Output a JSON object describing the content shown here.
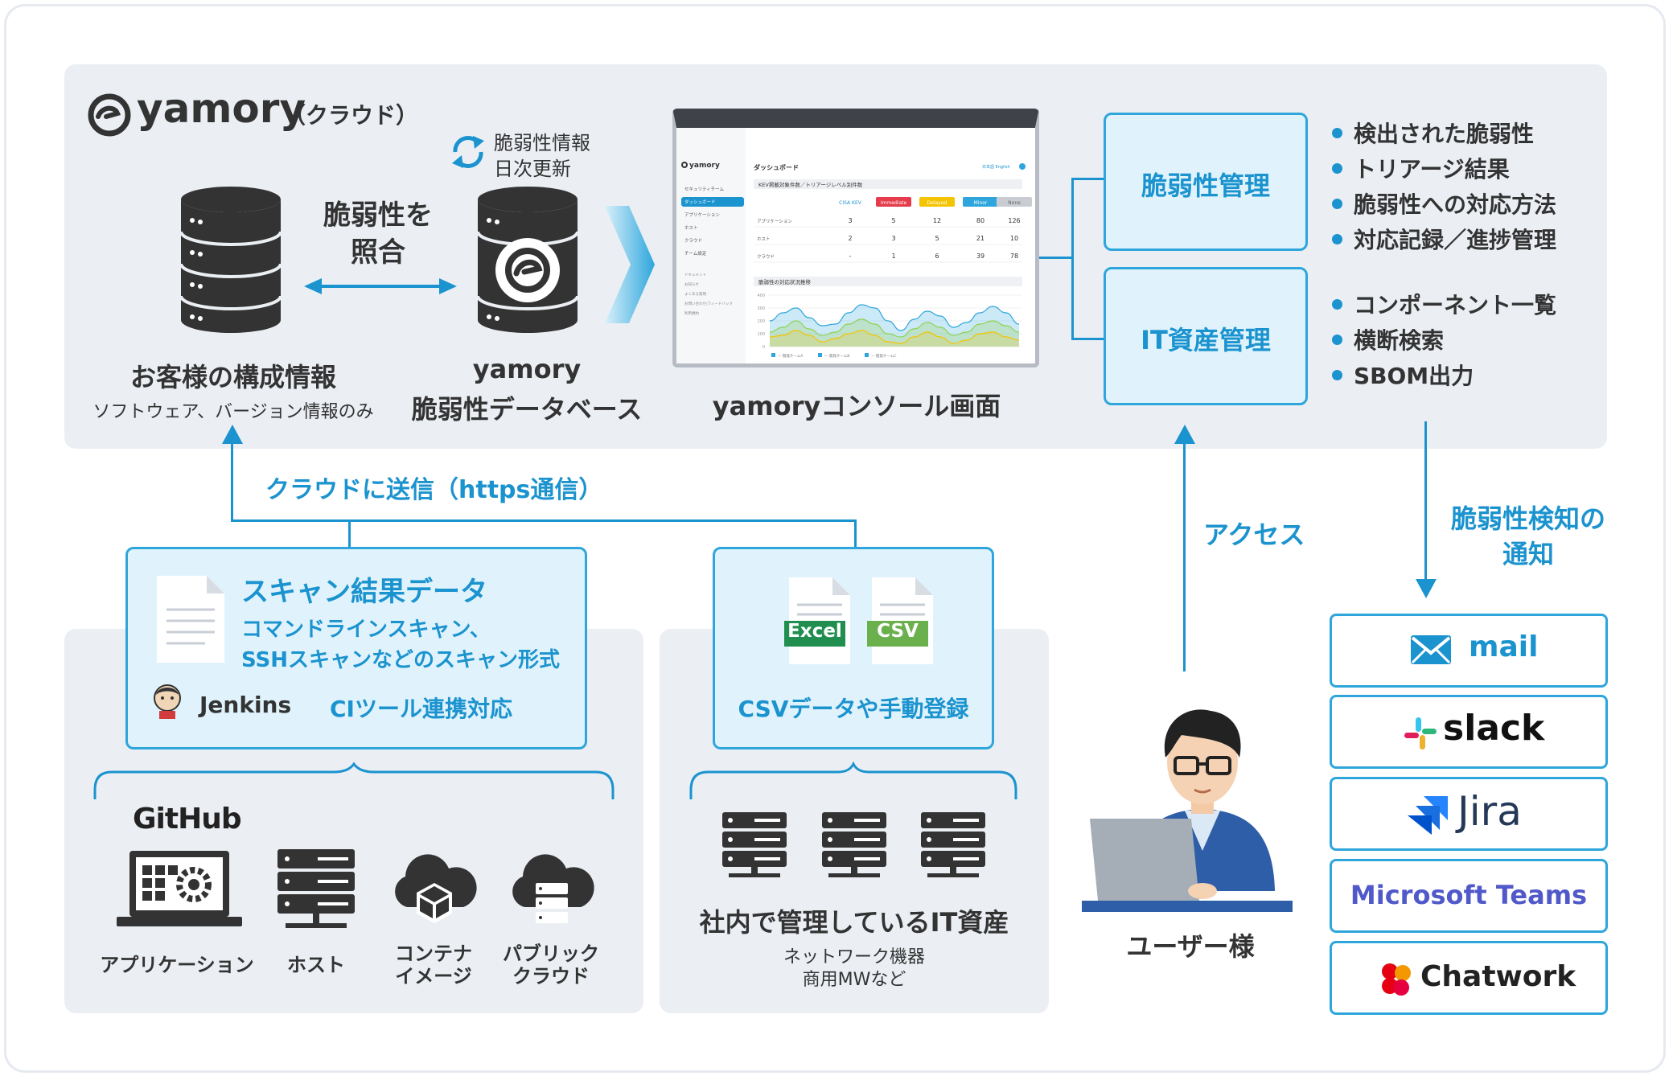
{
  "cloud": {
    "brand": "yamory",
    "suffix": "（クラウド）",
    "match_label_1": "脆弱性を",
    "match_label_2": "照合",
    "update_label_1": "脆弱性情報",
    "update_label_2": "日次更新",
    "customer_db_title": "お客様の構成情報",
    "customer_db_sub": "ソフトウェア、バージョン情報のみ",
    "yamory_db_title_1": "yamory",
    "yamory_db_title_2": "脆弱性データベース",
    "console_caption": "yamoryコンソール画面"
  },
  "console": {
    "logo": "yamory",
    "header": "ダッシュボード",
    "lang": "日本語 English",
    "nav": [
      "セキュリティチーム",
      "ダッシュボード",
      "アプリケーション",
      "ホスト",
      "クラウド",
      "チーム設定"
    ],
    "nav_sub": [
      "ドキュメント",
      "お知らせ",
      "よくある質問",
      "お問い合わせ/フィードバック",
      "利用規約"
    ],
    "table_title": "KEV掲載対象件数／トリアージレベル別件数",
    "columns": [
      "CISA KEV",
      "Immediate",
      "Delayed",
      "Minor",
      "None"
    ],
    "column_colors": [
      "#ffffff",
      "#e53b4a",
      "#f5c400",
      "#2ea6dc",
      "#c9cdd3"
    ],
    "rows": [
      {
        "label": "アプリケーション",
        "values": [
          "3",
          "5",
          "12",
          "80",
          "126"
        ]
      },
      {
        "label": "ホスト",
        "values": [
          "2",
          "3",
          "5",
          "21",
          "10"
        ]
      },
      {
        "label": "クラウド",
        "values": [
          "-",
          "1",
          "6",
          "39",
          "78"
        ]
      }
    ],
    "chart_title": "脆弱性の対応状況推移",
    "chart_ticks": [
      "400",
      "300",
      "200",
      "100",
      "0"
    ],
    "legend": [
      "開発チームA",
      "開発チームB",
      "開発チームC"
    ]
  },
  "modules": {
    "vuln_mgmt": "脆弱性管理",
    "asset_mgmt": "IT資産管理",
    "vuln_items": [
      "検出された脆弱性",
      "トリアージ結果",
      "脆弱性への対応方法",
      "対応記録／進捗管理"
    ],
    "asset_items": [
      "コンポーネント一覧",
      "横断検索",
      "SBOM出力"
    ]
  },
  "flows": {
    "send_label": "クラウドに送信（https通信）",
    "access_label": "アクセス",
    "notify_label_1": "脆弱性検知の",
    "notify_label_2": "通知"
  },
  "scan": {
    "title": "スキャン結果データ",
    "desc_1": "コマンドラインスキャン、",
    "desc_2": "SSHスキャンなどのスキャン形式",
    "jenkins": "Jenkins",
    "ci_label": "CIツール連携対応",
    "github": "GitHub",
    "targets": [
      {
        "label_1": "アプリケーション",
        "label_2": ""
      },
      {
        "label_1": "ホスト",
        "label_2": ""
      },
      {
        "label_1": "コンテナ",
        "label_2": "イメージ"
      },
      {
        "label_1": "パブリック",
        "label_2": "クラウド"
      }
    ]
  },
  "csv": {
    "excel_tag": "Excel",
    "csv_tag": "CSV",
    "label": "CSVデータや手動登録",
    "assets_title": "社内で管理しているIT資産",
    "assets_sub_1": "ネットワーク機器",
    "assets_sub_2": "商用MWなど"
  },
  "user": {
    "label": "ユーザー様"
  },
  "notify": {
    "mail": "mail",
    "slack": "slack",
    "jira": "Jira",
    "teams": "Microsoft Teams",
    "chatwork": "Chatwork"
  },
  "colors": {
    "accent": "#1b93cf",
    "panel": "#ebeff4",
    "box_fill": "#e0f3fc",
    "text": "#333333",
    "teams": "#5059c9",
    "excel": "#1f8e4e",
    "csv": "#6ab04c"
  }
}
